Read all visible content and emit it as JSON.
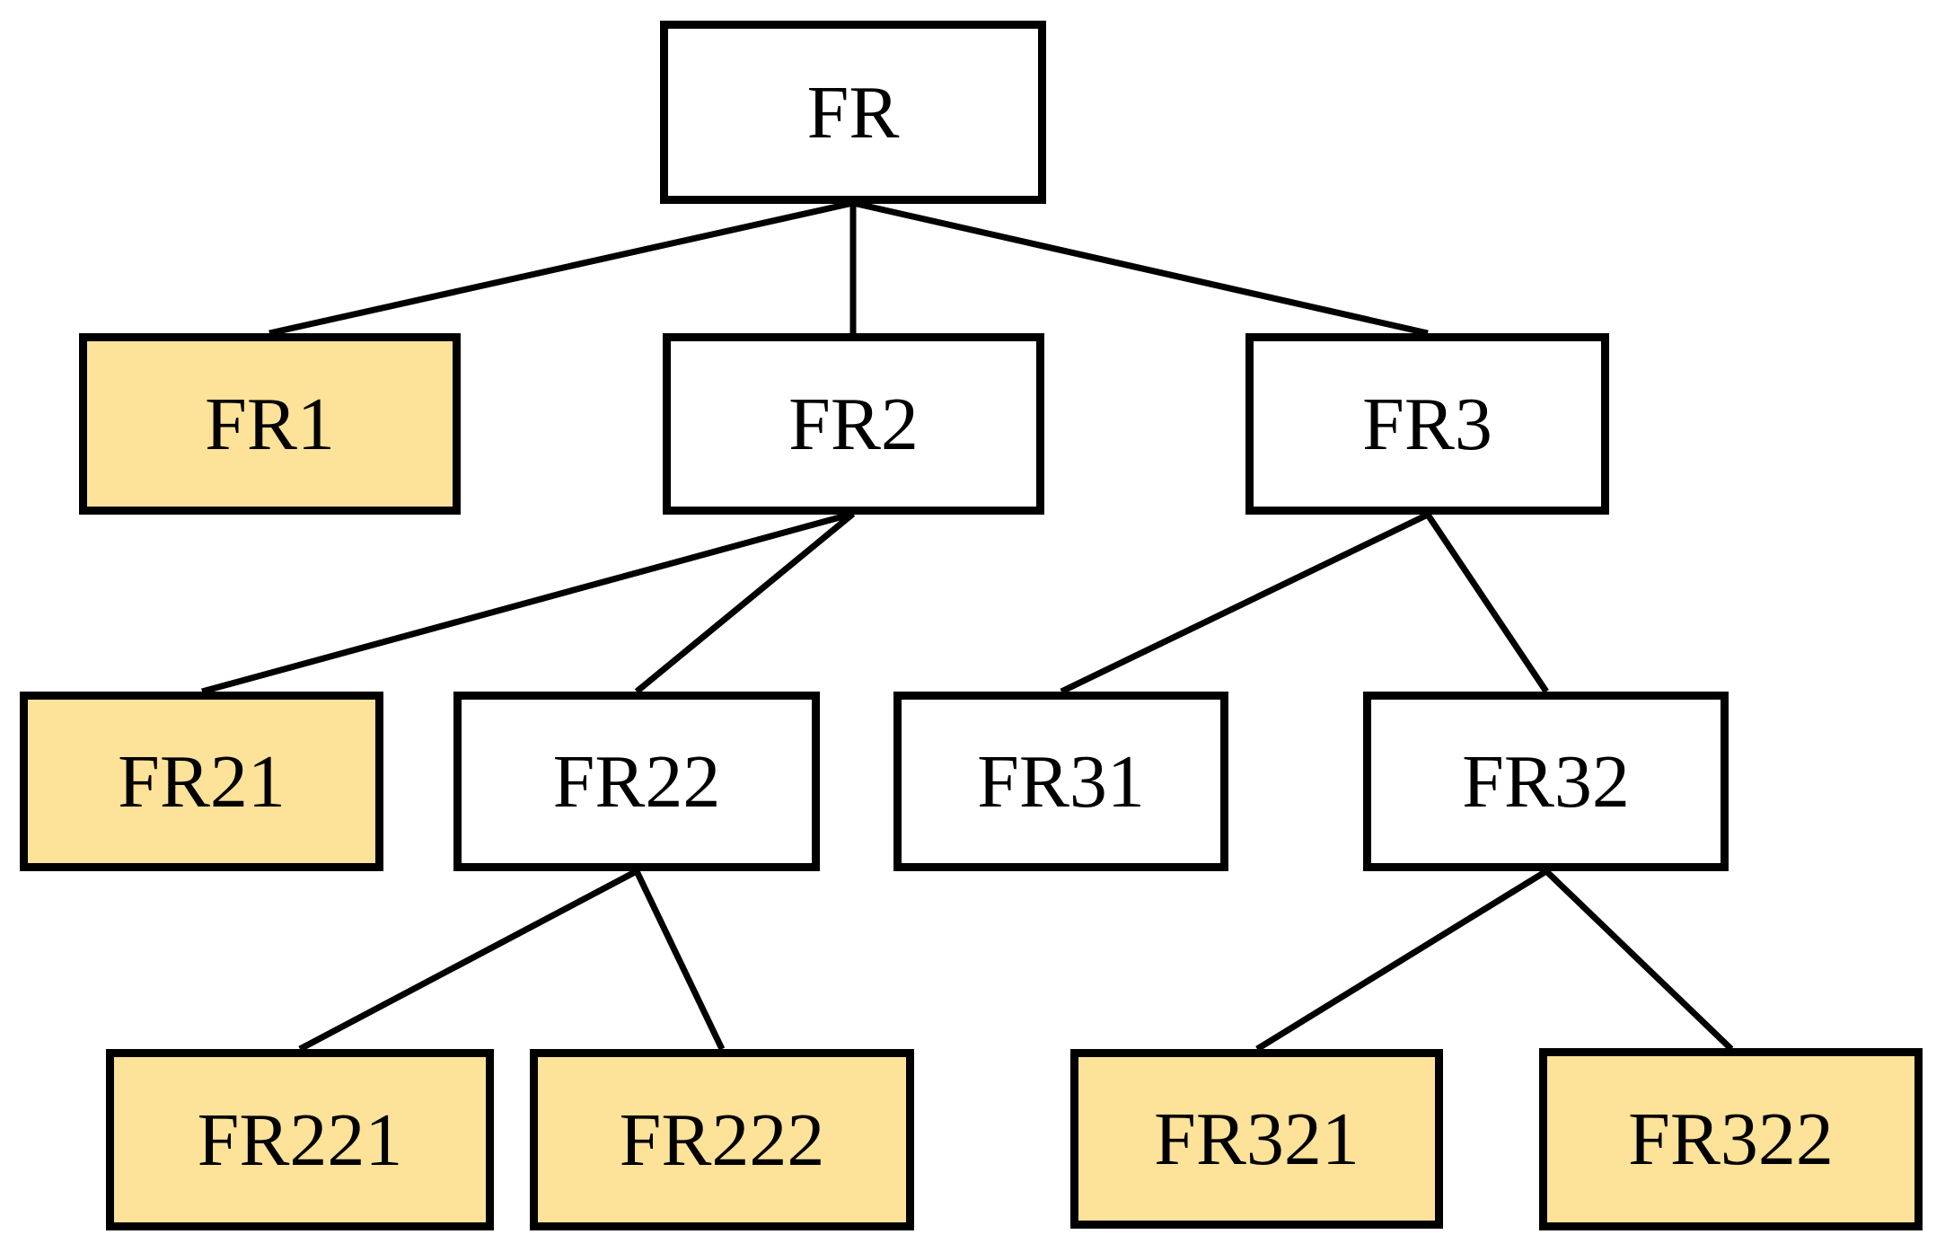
{
  "diagram": {
    "type": "tree",
    "colors": {
      "background": "#FFFFFF",
      "node_border": "#000000",
      "edge_line": "#000000",
      "label_text": "#000000",
      "node_fill_plain": "#FFFFFF",
      "node_fill_highlight": "#FDE299"
    },
    "nodes": [
      {
        "id": "FR",
        "label": "FR",
        "highlighted": false
      },
      {
        "id": "FR1",
        "label": "FR1",
        "highlighted": true
      },
      {
        "id": "FR2",
        "label": "FR2",
        "highlighted": false
      },
      {
        "id": "FR3",
        "label": "FR3",
        "highlighted": false
      },
      {
        "id": "FR21",
        "label": "FR21",
        "highlighted": true
      },
      {
        "id": "FR22",
        "label": "FR22",
        "highlighted": false
      },
      {
        "id": "FR31",
        "label": "FR31",
        "highlighted": false
      },
      {
        "id": "FR32",
        "label": "FR32",
        "highlighted": false
      },
      {
        "id": "FR221",
        "label": "FR221",
        "highlighted": true
      },
      {
        "id": "FR222",
        "label": "FR222",
        "highlighted": true
      },
      {
        "id": "FR321",
        "label": "FR321",
        "highlighted": true
      },
      {
        "id": "FR322",
        "label": "FR322",
        "highlighted": true
      }
    ],
    "edges": [
      {
        "from": "FR",
        "to": "FR1"
      },
      {
        "from": "FR",
        "to": "FR2"
      },
      {
        "from": "FR",
        "to": "FR3"
      },
      {
        "from": "FR2",
        "to": "FR21"
      },
      {
        "from": "FR2",
        "to": "FR22"
      },
      {
        "from": "FR3",
        "to": "FR31"
      },
      {
        "from": "FR3",
        "to": "FR32"
      },
      {
        "from": "FR22",
        "to": "FR221"
      },
      {
        "from": "FR22",
        "to": "FR222"
      },
      {
        "from": "FR32",
        "to": "FR321"
      },
      {
        "from": "FR32",
        "to": "FR322"
      }
    ]
  }
}
